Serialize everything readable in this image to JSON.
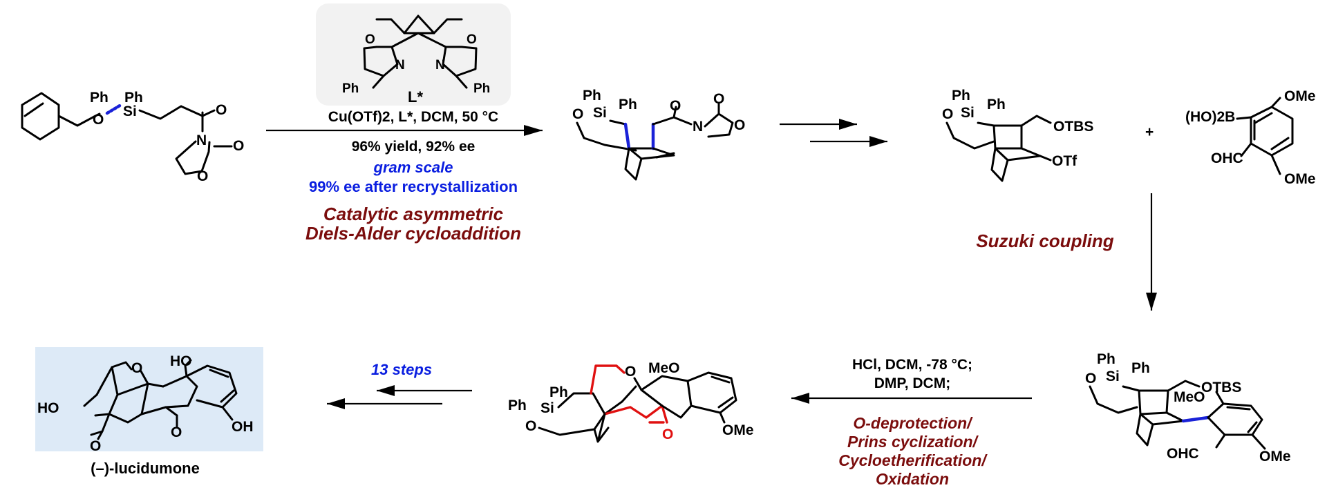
{
  "ligand": {
    "label": "L*",
    "ph": "Ph",
    "n": "N",
    "o": "O",
    "box_color": "#f2f2f2"
  },
  "step1": {
    "reagents": "Cu(OTf)2, L*, DCM, 50 °C",
    "yield": "96% yield, 92% ee",
    "scale": "gram scale",
    "recryst": "99% ee after recrystallization",
    "name_line1": "Catalytic asymmetric",
    "name_line2": "Diels-Alder cycloaddition"
  },
  "step_suzuki": {
    "name": "Suzuki coupling"
  },
  "step_cascade": {
    "reagents_line1": "HCl, DCM, -78 °C;",
    "reagents_line2": "DMP, DCM;",
    "name_line1": "O-deprotection/",
    "name_line2": "Prins cyclization/",
    "name_line3": "Cycloetherification/",
    "name_line4": "Oxidation"
  },
  "step_final": {
    "label": "13 steps"
  },
  "product": {
    "name": "(–)-lucidumone",
    "box_color": "#ddeaf7"
  },
  "atoms": {
    "ph": "Ph",
    "si": "Si",
    "o": "O",
    "n": "N",
    "otbs": "OTBS",
    "otf": "OTf",
    "ome": "OMe",
    "meo": "MeO",
    "boronic": "(HO)2B",
    "ohc": "OHC",
    "ho": "HO",
    "oh": "OH",
    "plus": "+"
  },
  "colors": {
    "blue": "#1a22d8",
    "red": "#e01010",
    "dark_red": "#7b0d0d",
    "accent_blue": "#0a1ee0"
  }
}
